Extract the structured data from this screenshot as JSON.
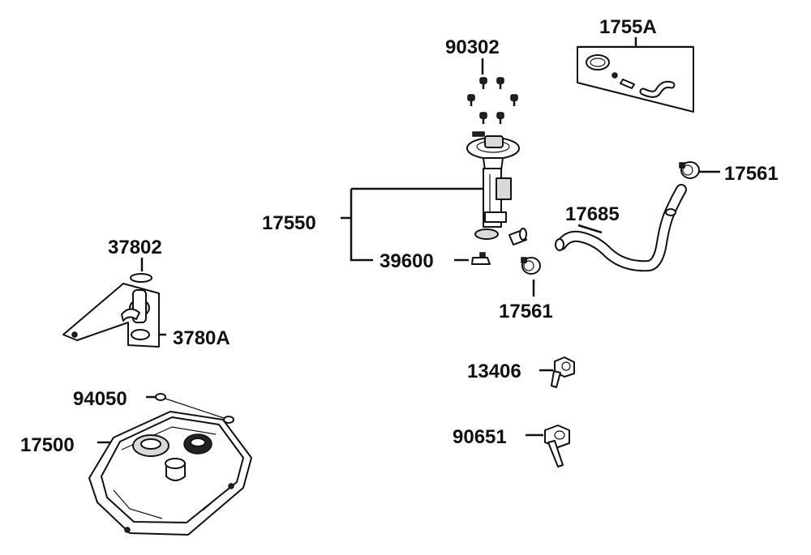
{
  "labels": {
    "p90302": "90302",
    "p1755A": "1755A",
    "p17561_top": "17561",
    "p17685": "17685",
    "p17550": "17550",
    "p39600": "39600",
    "p17561_bottom": "17561",
    "p37802": "37802",
    "p3780A": "3780A",
    "p13406": "13406",
    "p94050": "94050",
    "p90651": "90651",
    "p17500": "17500"
  },
  "colors": {
    "line": "#111111",
    "background": "#ffffff",
    "shade": "#d9d9d9"
  }
}
